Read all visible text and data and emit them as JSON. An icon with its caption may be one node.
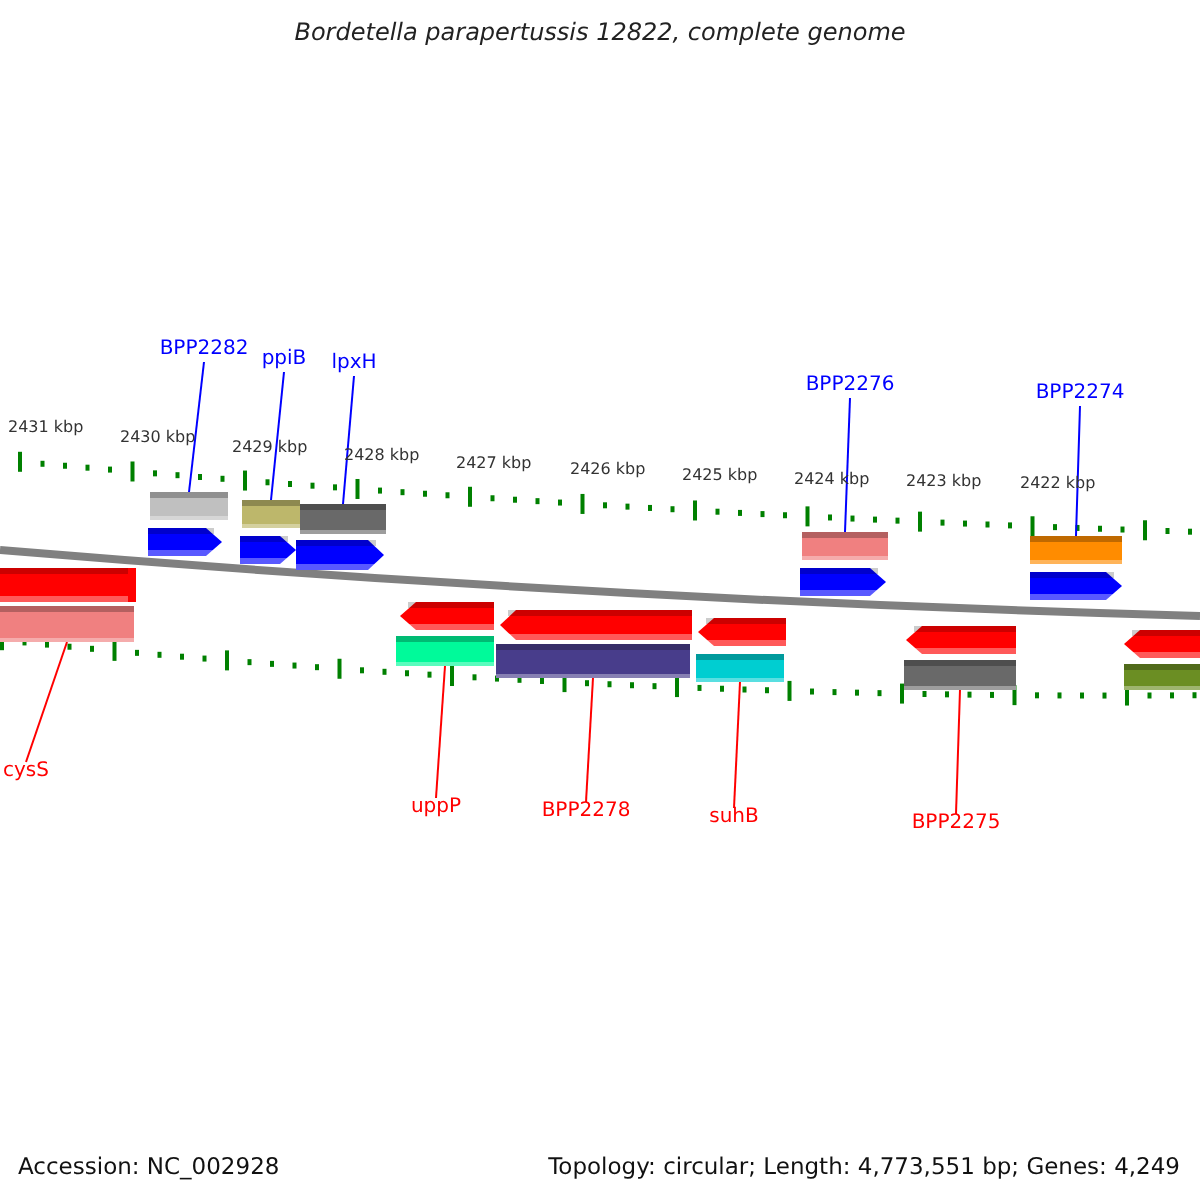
{
  "diagram": {
    "title": "Bordetella parapertussis 12822, complete genome",
    "nodes": [
      {
        "text": [
          "BPP2282"
        ]
      },
      {
        "text": [
          "ppiB"
        ]
      },
      {
        "text": [
          "lpxH"
        ]
      },
      {
        "text": [
          "BPP2276"
        ]
      },
      {
        "text": [
          "BPP2274"
        ]
      },
      {
        "text": [],
        "shape": "bar"
      },
      {
        "text": [],
        "shape": "bar"
      },
      {
        "text": [],
        "shape": "bar"
      },
      {
        "text": [],
        "shape": "bar"
      },
      {
        "text": [],
        "shape": "bar"
      },
      {
        "text": [],
        "shape": "arrow"
      },
      {
        "text": [],
        "shape": "arrow"
      },
      {
        "text": [],
        "shape": "arrow"
      },
      {
        "text": [],
        "shape": "arrow"
      },
      {
        "text": [],
        "shape": "arrow"
      },
      {
        "text": [],
        "shape": "arrow"
      },
      {
        "text": [],
        "shape": "arrow"
      },
      {
        "text": [],
        "shape": "arrow"
      },
      {
        "text": [],
        "shape": "arrow"
      },
      {
        "text": [],
        "shape": "arrow"
      },
      {
        "text": [],
        "shape": "arrow"
      },
      {
        "text": [],
        "shape": "bar"
      },
      {
        "text": [],
        "shape": "bar"
      },
      {
        "text": [],
        "shape": "bar"
      },
      {
        "text": [],
        "shape": "bar"
      },
      {
        "text": [],
        "shape": "bar"
      },
      {
        "text": [],
        "shape": "bar"
      },
      {
        "text": [
          "cysS"
        ]
      },
      {
        "text": [
          "uppP"
        ]
      },
      {
        "text": [
          "BPP2278"
        ]
      },
      {
        "text": [
          "suhB"
        ]
      },
      {
        "text": [
          "BPP2275"
        ]
      }
    ],
    "edges": [
      {
        "from": 0,
        "to": 5,
        "arrow": "none"
      },
      {
        "from": 1,
        "to": 6,
        "arrow": "none"
      },
      {
        "from": 2,
        "to": 7,
        "arrow": "none"
      },
      {
        "from": 3,
        "to": 8,
        "arrow": "none"
      },
      {
        "from": 4,
        "to": 9,
        "arrow": "none"
      },
      {
        "from": 27,
        "to": 21,
        "arrow": "none",
        "color": "#ff0000"
      },
      {
        "from": 28,
        "to": 22,
        "arrow": "none",
        "color": "#ff0000"
      },
      {
        "from": 29,
        "to": 23,
        "arrow": "none",
        "color": "#ff0000"
      },
      {
        "from": 30,
        "to": 24,
        "arrow": "none",
        "color": "#ff0000"
      },
      {
        "from": 31,
        "to": 25,
        "arrow": "none",
        "color": "#ff0000"
      }
    ],
    "labels": [
      "2431 kbp",
      "2430 kbp",
      "2429 kbp",
      "2428 kbp",
      "2427 kbp",
      "2426 kbp",
      "2425 kbp",
      "2424 kbp",
      "2423 kbp",
      "2422 kbp",
      "Accession: NC_002928",
      "Topology: circular; Length: 4,773,551 bp; Genes: 4,249"
    ]
  }
}
